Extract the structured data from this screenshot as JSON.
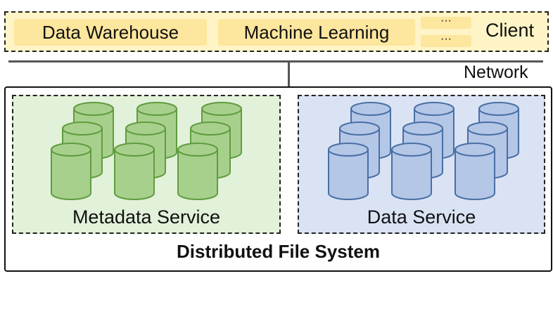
{
  "client": {
    "items": [
      "Data Warehouse",
      "Machine Learning"
    ],
    "ellipsis": [
      "···",
      "···"
    ],
    "label": "Client"
  },
  "network": {
    "label": "Network"
  },
  "dfs": {
    "label": "Distributed File System",
    "metadata_service": {
      "label": "Metadata Service"
    },
    "data_service": {
      "label": "Data Service"
    }
  },
  "colors": {
    "client_fill": "#fef4c6",
    "client_pill": "#fde69d",
    "metadata_fill": "#e2f1d9",
    "metadata_cylinder": "#a8d08d",
    "metadata_stroke": "#5f9c3f",
    "data_fill": "#dae3f4",
    "data_cylinder": "#b4c7e7",
    "data_stroke": "#4a6fa5"
  },
  "icons": [
    "database-cylinder-icon"
  ]
}
